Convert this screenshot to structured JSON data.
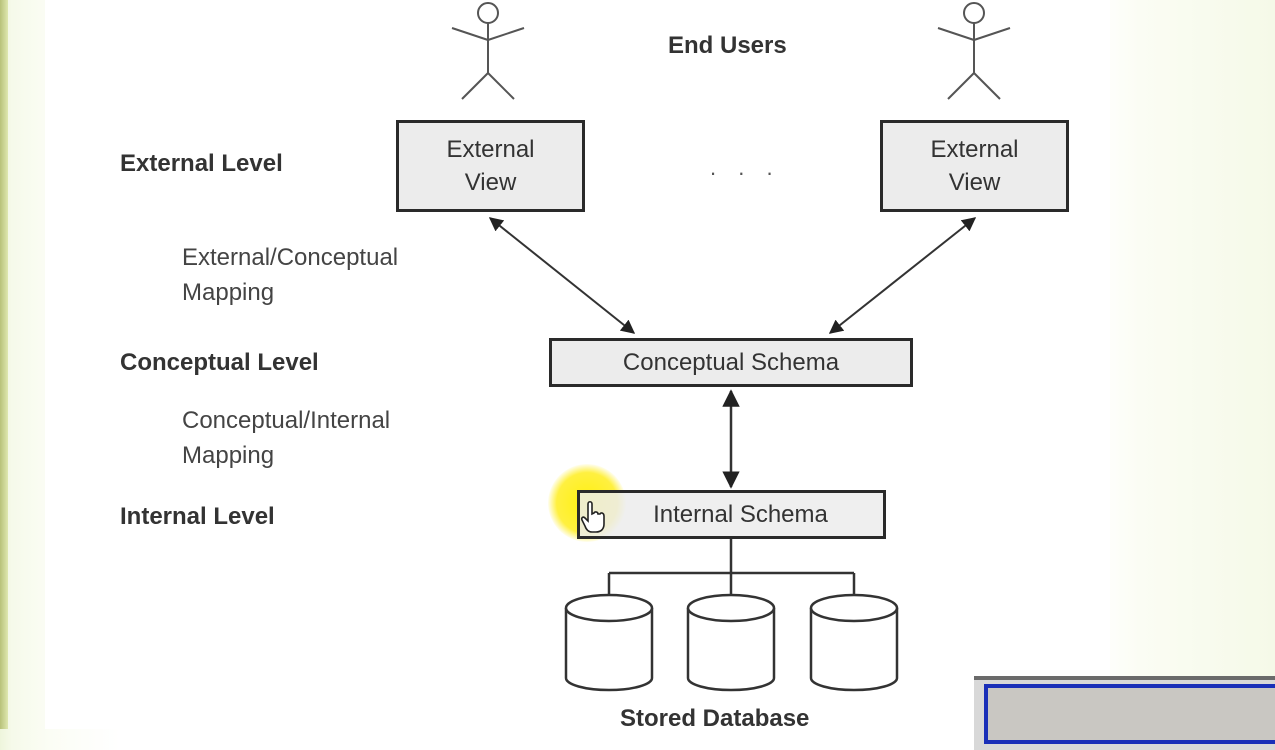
{
  "diagram": {
    "end_users_label": "End Users",
    "levels": {
      "external": "External Level",
      "conceptual": "Conceptual Level",
      "internal": "Internal Level"
    },
    "mappings": {
      "external_conceptual": [
        "External/Conceptual",
        "Mapping"
      ],
      "conceptual_internal": [
        "Conceptual/Internal",
        "Mapping"
      ]
    },
    "external_views": [
      {
        "line1": "External",
        "line2": "View"
      },
      {
        "line1": "External",
        "line2": "View"
      }
    ],
    "ellipsis": ". . .",
    "conceptual_schema": "Conceptual Schema",
    "internal_schema": "Internal Schema",
    "stored_database": "Stored Database"
  },
  "colors": {
    "box_fill": "#ececec",
    "box_border": "#2a2a2a",
    "highlight": "#ffeb00",
    "window_border": "#1a2fb8"
  }
}
